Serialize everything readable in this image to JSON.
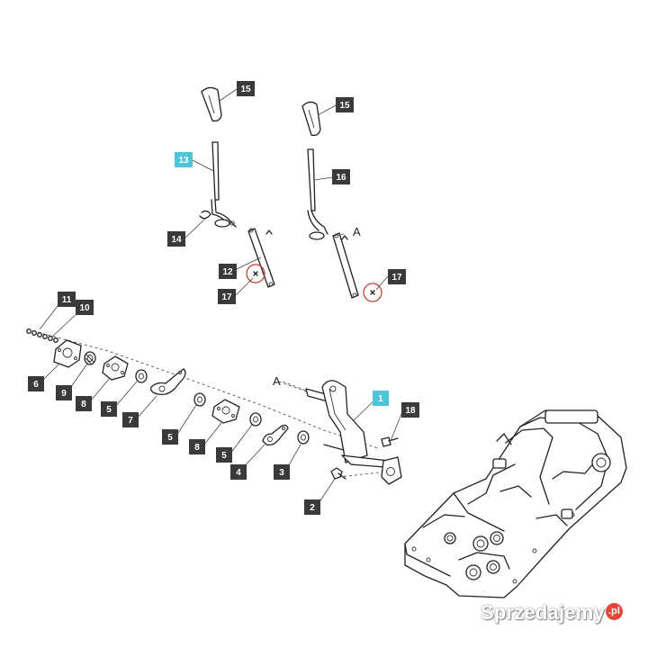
{
  "colors": {
    "callout_default": "#3a3a3a",
    "callout_highlight": "#4fc3d9",
    "circle_marker": "#c0392b"
  },
  "callouts": [
    {
      "id": "c15a",
      "label": "15",
      "highlight": false
    },
    {
      "id": "c13",
      "label": "13",
      "highlight": true
    },
    {
      "id": "c14",
      "label": "14",
      "highlight": false
    },
    {
      "id": "c12",
      "label": "12",
      "highlight": false
    },
    {
      "id": "c17a",
      "label": "17",
      "highlight": false
    },
    {
      "id": "c15b",
      "label": "15",
      "highlight": false
    },
    {
      "id": "c16",
      "label": "16",
      "highlight": false
    },
    {
      "id": "c17b",
      "label": "17",
      "highlight": false
    },
    {
      "id": "c11",
      "label": "11",
      "highlight": false
    },
    {
      "id": "c10",
      "label": "10",
      "highlight": false
    },
    {
      "id": "c6",
      "label": "6",
      "highlight": false
    },
    {
      "id": "c9",
      "label": "9",
      "highlight": false
    },
    {
      "id": "c8a",
      "label": "8",
      "highlight": false
    },
    {
      "id": "c5a",
      "label": "5",
      "highlight": false
    },
    {
      "id": "c7",
      "label": "7",
      "highlight": false
    },
    {
      "id": "c5b",
      "label": "5",
      "highlight": false
    },
    {
      "id": "c8b",
      "label": "8",
      "highlight": false
    },
    {
      "id": "c5c",
      "label": "5",
      "highlight": false
    },
    {
      "id": "c4",
      "label": "4",
      "highlight": false
    },
    {
      "id": "c3",
      "label": "3",
      "highlight": false
    },
    {
      "id": "c1",
      "label": "1",
      "highlight": true
    },
    {
      "id": "c18",
      "label": "18",
      "highlight": false
    },
    {
      "id": "c2",
      "label": "2",
      "highlight": false
    }
  ],
  "section_tags": [
    {
      "id": "tagA1",
      "label": "A"
    },
    {
      "id": "tagA2",
      "label": "A"
    }
  ],
  "watermark": {
    "text": "Sprzedajemy",
    "suffix": ".pl"
  }
}
